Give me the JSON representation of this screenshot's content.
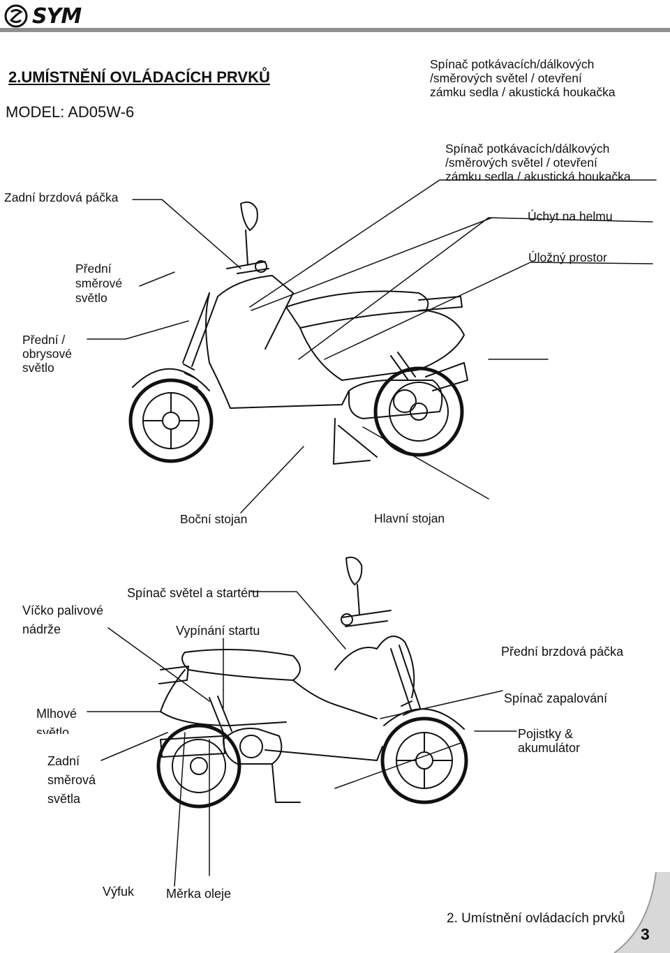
{
  "header": {
    "brand": "SYM",
    "bar_color": "#8f8f8f"
  },
  "section_title": "2.UMÍSTNĚNÍ OVLÁDACÍCH PRVKŮ",
  "model": "MODEL: AD05W-6",
  "top_diagram": {
    "labels": {
      "switch_top_1": "Spínač potkávacích/dálkových",
      "switch_top_2": "/směrových světel / otevření",
      "switch_top_3": "zámku sedla / akustická houkačka",
      "switch_mid_1": "Spínač potkávacích/dálkových",
      "switch_mid_2": "/směrových světel / otevření",
      "switch_mid_3": "zámku sedla / akustická houkačka",
      "rear_brake": "Zadní brzdová páčka",
      "helmet_hook": "Úchyt na helmu",
      "storage": "Úložný prostor",
      "front_turn_1": "Přední",
      "front_turn_2": "směrové",
      "front_turn_3": "světlo",
      "front_pos_1": "Přední /",
      "front_pos_2": "obrysové",
      "front_pos_3": "světlo",
      "side_stand": "Boční stojan",
      "main_stand": "Hlavní stojan"
    }
  },
  "bottom_diagram": {
    "labels": {
      "fuel_cap_1": "Víčko palivové",
      "fuel_cap_2": "nádrže",
      "light_starter": "Spínač světel a startéru",
      "kill_switch": "Vypínání startu",
      "front_brake": "Přední brzdová páčka",
      "fog_1": "Mlhové",
      "fog_2": "světlo",
      "ignition": "Spínač zapalování",
      "fuses_1": "Pojistky &",
      "fuses_2": "akumulátor",
      "rear_turn_1": "Zadní",
      "rear_turn_2": "směrová",
      "rear_turn_3": "světla",
      "exhaust": "Výfuk",
      "oil_dip": "Měrka oleje"
    }
  },
  "footer": {
    "text": "2. Umístnění ovládacích prvků",
    "page": "3"
  }
}
